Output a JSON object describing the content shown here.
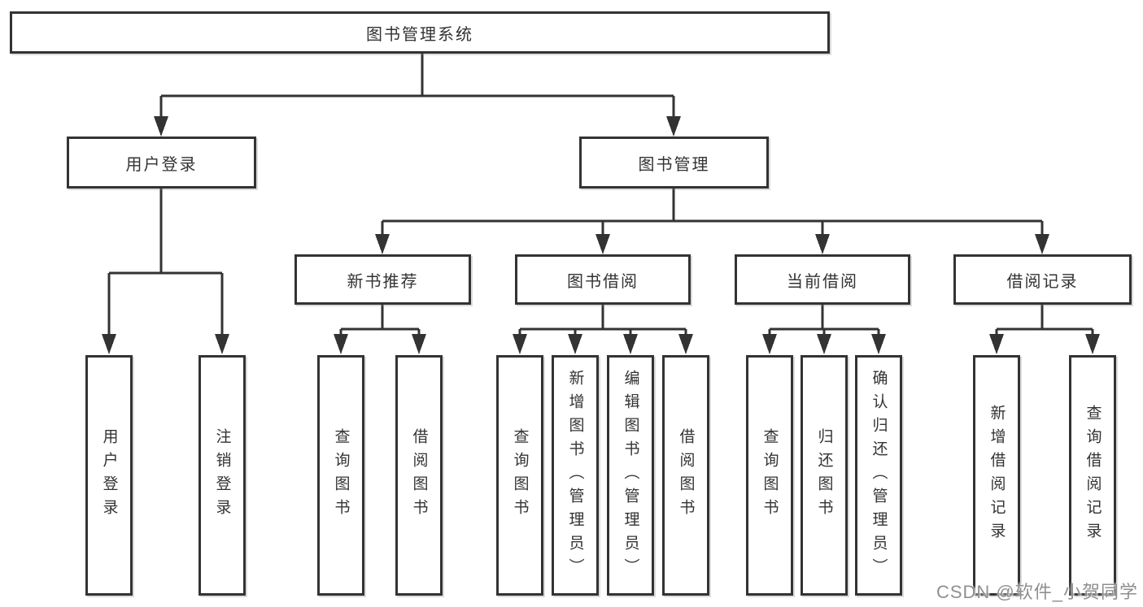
{
  "tree": {
    "root": {
      "label": "图书管理系统"
    },
    "children": [
      {
        "label": "用户登录",
        "children": [
          {
            "label": "用户登录"
          },
          {
            "label": "注销登录"
          }
        ]
      },
      {
        "label": "图书管理",
        "children": [
          {
            "label": "新书推荐",
            "children": [
              {
                "label": "查询图书"
              },
              {
                "label": "借阅图书"
              }
            ]
          },
          {
            "label": "图书借阅",
            "children": [
              {
                "label": "查询图书"
              },
              {
                "label": "新增图书（管理员）"
              },
              {
                "label": "编辑图书（管理员）"
              },
              {
                "label": "借阅图书"
              }
            ]
          },
          {
            "label": "当前借阅",
            "children": [
              {
                "label": "查询图书"
              },
              {
                "label": "归还图书"
              },
              {
                "label": "确认归还（管理员）"
              }
            ]
          },
          {
            "label": "借阅记录",
            "children": [
              {
                "label": "新增借阅记录"
              },
              {
                "label": "查询借阅记录"
              }
            ]
          }
        ]
      }
    ]
  },
  "watermark": {
    "text": "CSDN @软件_小贺同学",
    "color": "#8f8f8f"
  },
  "colors": {
    "line": "#333333",
    "box_border": "#333333",
    "text": "#333333",
    "background": "#ffffff"
  }
}
